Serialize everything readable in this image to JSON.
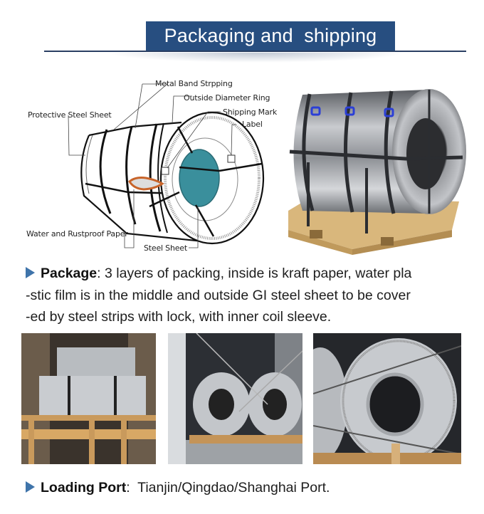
{
  "header": {
    "title": "Packaging and  shipping",
    "bar_color": "#274e80",
    "title_color": "#ffffff"
  },
  "diagram": {
    "callouts": {
      "metal_band": "Metal Band Strpping",
      "outside_ring": "Outside Diameter Ring",
      "shipping_mark": "Shipping Mark",
      "label": "Label",
      "protective_sheet": "Protective Steel Sheet",
      "rustproof_paper": "Water and Rustproof Paper",
      "steel_sheet": "Steel Sheet"
    },
    "core_color": "#3a8f9c",
    "tear_color": "#c8642a"
  },
  "package": {
    "icon": "arrow-right-icon",
    "label": "Package",
    "separator": ": ",
    "line1": "3 layers of packing, inside is kraft paper, water pla",
    "line2": "-stic film is in the middle and outside GI steel sheet to be cover",
    "line3": "-ed by steel strips with lock, with inner coil sleeve."
  },
  "photos": [
    {
      "alt": "Steel coils loaded in container with wooden frame"
    },
    {
      "alt": "Two steel coils on wooden blocks in container"
    },
    {
      "alt": "Steel coil secured with steel wires in container"
    }
  ],
  "loading_port": {
    "icon": "arrow-right-icon",
    "label": "Loading Port",
    "separator": ":  ",
    "value": "Tianjin/Qingdao/Shanghai Port."
  },
  "colors": {
    "accent_arrow": "#3f74aa",
    "rule": "#2a3f63"
  }
}
